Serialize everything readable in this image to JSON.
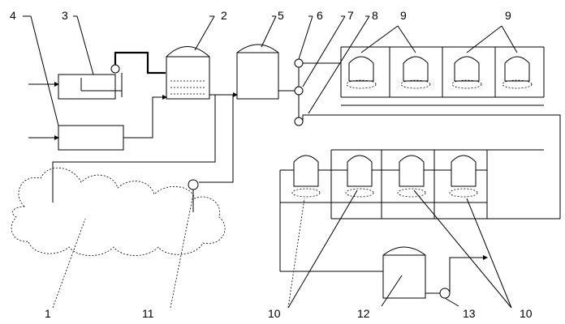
{
  "labels": {
    "l1": "1",
    "l2": "2",
    "l3": "3",
    "l4": "4",
    "l5": "5",
    "l6": "6",
    "l7": "7",
    "l8": "8",
    "l9a": "9",
    "l9b": "9",
    "l10a": "10",
    "l10b": "10",
    "l11": "11",
    "l12": "12",
    "l13": "13"
  }
}
